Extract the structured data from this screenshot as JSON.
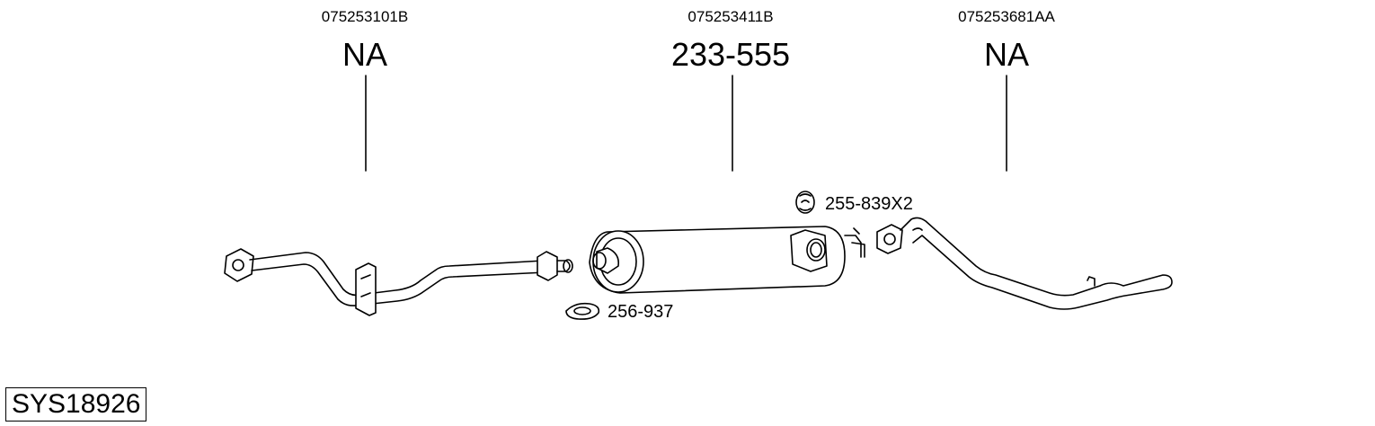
{
  "columns": [
    {
      "oem": "075253101B",
      "part": "NA"
    },
    {
      "oem": "075253411B",
      "part": "233-555"
    },
    {
      "oem": "075253681AA",
      "part": "NA"
    }
  ],
  "accessories": [
    {
      "label": "255-839X2",
      "icon": "rubber-hanger-icon"
    },
    {
      "label": "256-937",
      "icon": "gasket-icon"
    }
  ],
  "system_code": "SYS18926"
}
